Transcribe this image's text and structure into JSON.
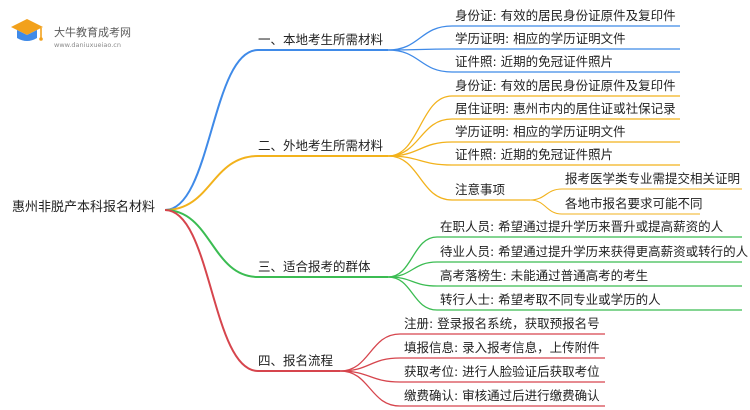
{
  "logo": {
    "title": "大牛教育成考网",
    "url": "www.daniuxueiao.cn"
  },
  "root": "惠州非脱产本科报名材料",
  "colors": {
    "c1": "#3f8ae8",
    "c2": "#f2b21c",
    "c3": "#3bbc52",
    "c4": "#d6454d"
  },
  "branches": [
    {
      "label": "一、本地考生所需材料",
      "items": [
        {
          "text": "身份证: 有效的居民身份证原件及复印件"
        },
        {
          "text": "学历证明: 相应的学历证明文件"
        },
        {
          "text": "证件照: 近期的免冠证件照片"
        }
      ]
    },
    {
      "label": "二、外地考生所需材料",
      "items": [
        {
          "text": "身份证: 有效的居民身份证原件及复印件"
        },
        {
          "text": "居住证明: 惠州市内的居住证或社保记录"
        },
        {
          "text": "学历证明: 相应的学历证明文件"
        },
        {
          "text": "证件照: 近期的免冠证件照片"
        },
        {
          "text": "注意事项",
          "children": [
            {
              "text": "报考医学类专业需提交相关证明"
            },
            {
              "text": "各地市报名要求可能不同"
            }
          ]
        }
      ]
    },
    {
      "label": "三、适合报考的群体",
      "items": [
        {
          "text": "在职人员: 希望通过提升学历来晋升或提高薪资的人"
        },
        {
          "text": "待业人员: 希望通过提升学历来获得更高薪资或转行的人"
        },
        {
          "text": "高考落榜生: 未能通过普通高考的考生"
        },
        {
          "text": "转行人士: 希望考取不同专业或学历的人"
        }
      ]
    },
    {
      "label": "四、报名流程",
      "items": [
        {
          "text": "注册: 登录报名系统，获取预报名号"
        },
        {
          "text": "填报信息: 录入报考信息，上传附件"
        },
        {
          "text": "获取考位: 进行人脸验证后获取考位"
        },
        {
          "text": "缴费确认: 审核通过后进行缴费确认"
        }
      ]
    }
  ]
}
